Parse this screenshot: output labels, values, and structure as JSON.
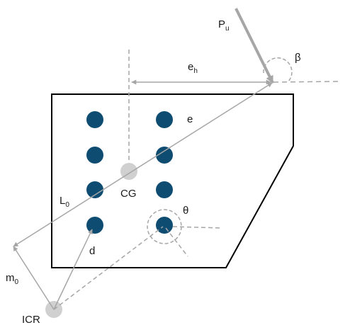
{
  "labels": {
    "pu_main": "P",
    "pu_sub": "u",
    "beta": "β",
    "eh_main": "e",
    "eh_sub": "h",
    "e": "e",
    "l0_main": "L",
    "l0_sub": "0",
    "cg": "CG",
    "theta": "θ",
    "d": "d",
    "m0_main": "m",
    "m0_sub": "0",
    "icr": "ICR"
  },
  "colors": {
    "bolt": "#0f4c72",
    "outline": "#000000",
    "arrow": "#a6a6a6",
    "dashed": "#a6a6a6",
    "centroid": "#d0d0d0",
    "text": "#1a1a1a"
  }
}
